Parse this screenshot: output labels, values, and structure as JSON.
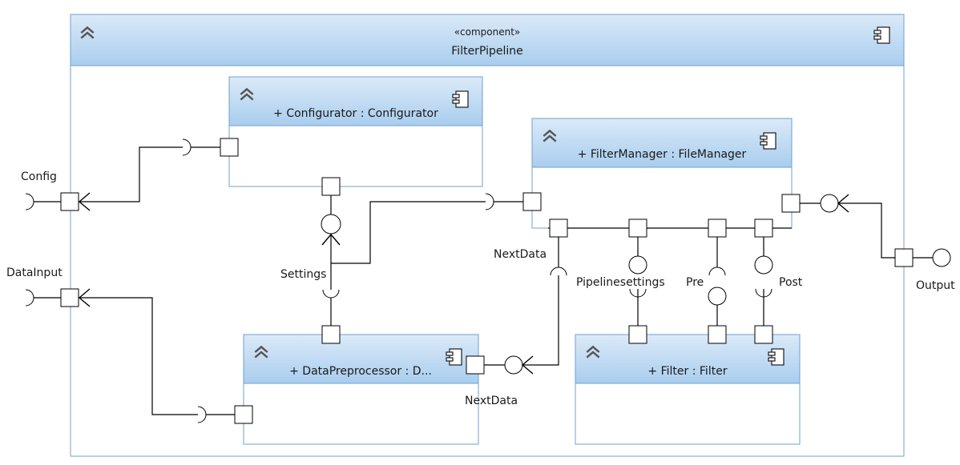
{
  "outer": {
    "stereotype": "«component»",
    "name": "FilterPipeline"
  },
  "components": {
    "configurator": "+ Configurator : Configurator",
    "filter_manager": "+ FilterManager : FileManager",
    "data_preprocessor": "+ DataPreprocessor : D...",
    "filter": "+ Filter : Filter"
  },
  "labels": {
    "config": "Config",
    "data_input": "DataInput",
    "settings": "Settings",
    "next_data_upper": "NextData",
    "next_data_lower": "NextData",
    "pipeline_settings": "Pipelinesettings",
    "pre": "Pre",
    "post": "Post",
    "output": "Output"
  },
  "colors": {
    "header_top": "#d4e6f7",
    "header_bottom": "#a7cbeb",
    "border": "#6fa0cd"
  }
}
